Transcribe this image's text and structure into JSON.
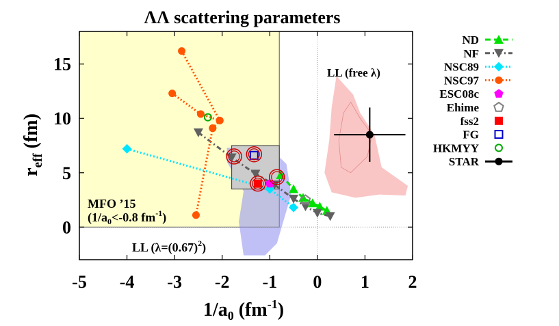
{
  "chart_data": {
    "type": "scatter",
    "title": "ΛΛ scattering parameters",
    "xlabel": {
      "base": "1/a",
      "sub": "0",
      "unit_open": " (fm",
      "sup": "-1",
      "unit_close": ")"
    },
    "ylabel": {
      "base": "r",
      "sub": "eff",
      "unit": " (fm)"
    },
    "xlim": [
      -5,
      2
    ],
    "ylim": [
      -3,
      18
    ],
    "xticks": [
      "-5",
      "-4",
      "-3",
      "-2",
      "-1",
      "0",
      "1",
      "2"
    ],
    "xtick_values": [
      -5,
      -4,
      -3,
      -2,
      -1,
      0,
      1,
      2
    ],
    "yticks": [
      "0",
      "5",
      "10",
      "15"
    ],
    "ytick_values": [
      0,
      5,
      10,
      15
    ],
    "grid": false,
    "legend_position": "right, outside",
    "mfo_region": {
      "x_min": -5,
      "x_max": -0.8,
      "y_min": 0,
      "y_max": 18,
      "color": "#ffffcc"
    },
    "ll_box": {
      "x_min": -1.8,
      "x_max": -0.8,
      "y_min": 3.5,
      "y_max": 7.5,
      "color": "#cccccc"
    },
    "annotations": {
      "ll_free": "LL (free λ)",
      "mfo_line1": "MFO ’15",
      "mfo_line2": "(1/a",
      "mfo_sub": "0",
      "mfo_mid": "<-0.8 fm",
      "mfo_sup": "-1",
      "mfo_end": ")",
      "ll_lambda": "LL (λ=(0.67)",
      "ll_lambda_sup": "2",
      "ll_lambda_end": ")"
    },
    "series": [
      {
        "name": "ND",
        "color": "#00e000",
        "line": "dashed",
        "marker": "triangle",
        "x": [
          -0.77,
          -0.5,
          -0.3,
          -0.1,
          0.05,
          0.2
        ],
        "y": [
          4.8,
          3.5,
          2.7,
          2.2,
          1.9,
          1.5
        ]
      },
      {
        "name": "NF",
        "color": "#606060",
        "line": "dashdot",
        "marker": "triangle-down",
        "x": [
          -2.5,
          -1.8,
          -1.3,
          -0.9,
          -0.5,
          -0.25,
          0.0,
          0.27
        ],
        "y": [
          8.7,
          6.4,
          4.9,
          3.9,
          2.6,
          1.9,
          1.3,
          1.0
        ]
      },
      {
        "name": "NSC89",
        "color": "#00e5ff",
        "line": "dotted",
        "marker": "diamond",
        "x": [
          -4.0,
          -1.0,
          -0.5
        ],
        "y": [
          7.2,
          3.5,
          1.8
        ]
      },
      {
        "name": "NSC97",
        "color": "#ff5500",
        "line": "dotted",
        "marker": "circle",
        "segments": [
          {
            "x": [
              -2.85,
              -2.05,
              -2.2,
              -2.55
            ],
            "y": [
              16.2,
              9.8,
              9.1,
              1.1
            ]
          },
          {
            "x": [
              -3.05,
              -2.45,
              -2.05,
              -2.2
            ],
            "y": [
              12.3,
              10.4,
              9.8,
              9.1
            ]
          }
        ]
      },
      {
        "name": "ESC08c",
        "color": "#ff00ff",
        "line": "none",
        "marker": "pentagon-filled",
        "x": [
          -1.0
        ],
        "y": [
          4.0
        ]
      },
      {
        "name": "Ehime",
        "color": "#808080",
        "line": "none",
        "marker": "pentagon-open",
        "x": [
          -0.25
        ],
        "y": [
          2.5
        ]
      },
      {
        "name": "fss2",
        "color": "#ff0000",
        "line": "none",
        "marker": "square-filled",
        "x": [
          -1.25
        ],
        "y": [
          4.0
        ]
      },
      {
        "name": "FG",
        "color": "#0000cc",
        "line": "none",
        "marker": "square-open",
        "x": [
          -1.33
        ],
        "y": [
          6.6
        ]
      },
      {
        "name": "HKMYY",
        "color": "#00aa00",
        "line": "none",
        "marker": "circle-open",
        "x": [
          -2.3
        ],
        "y": [
          10.1
        ]
      },
      {
        "name": "STAR",
        "color": "#000000",
        "line": "solid",
        "marker": "circle-filled",
        "x": [
          1.1
        ],
        "y": [
          8.5
        ],
        "x_err": 0.75,
        "y_err": 2.5
      }
    ],
    "highlight_circles": {
      "color": "#cc0000",
      "x": [
        -1.75,
        -1.33,
        -1.25,
        -0.85
      ],
      "y": [
        6.5,
        6.7,
        4.0,
        4.6
      ]
    }
  }
}
